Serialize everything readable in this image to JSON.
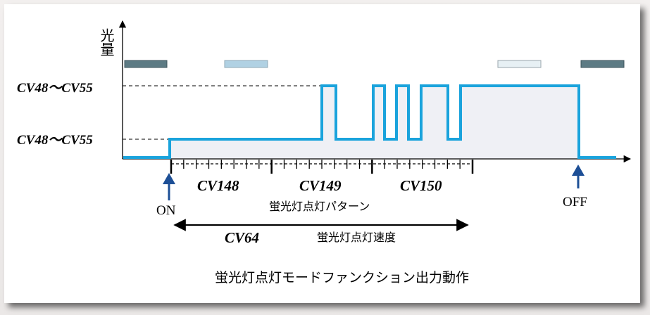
{
  "diagram": {
    "y_axis_label": "光量",
    "level_high_label": "CV48～CV55",
    "level_low_label": "CV48～CV55",
    "segments": [
      {
        "key": "cv148",
        "label": "CV148"
      },
      {
        "key": "cv149",
        "label": "CV149"
      },
      {
        "key": "cv150",
        "label": "CV150"
      }
    ],
    "pattern_label": "蛍光灯点灯パターン",
    "speed_cv_label": "CV64",
    "speed_label": "蛍光灯点灯速度",
    "on_label": "ON",
    "off_label": "OFF",
    "caption": "蛍光灯点灯モードファンクション出力動作",
    "colors": {
      "signal": "#1aa3dc",
      "fill": "#eff0f5",
      "arrow_marker": "#1d4f96",
      "bar_dark": "#5d7b84",
      "bar_light": "#b0d1e3",
      "bar_pale": "#e7f0f4"
    }
  }
}
